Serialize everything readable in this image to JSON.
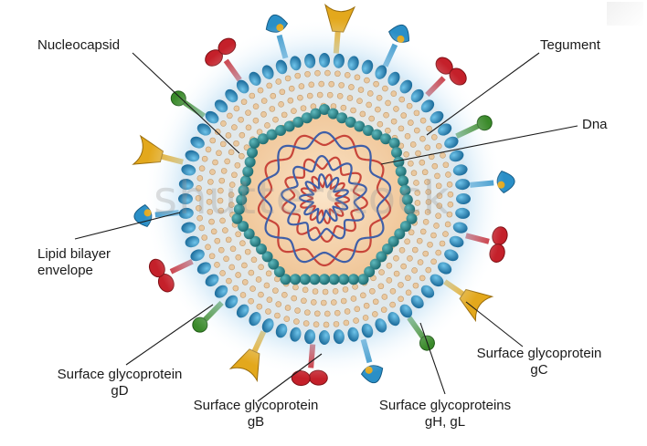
{
  "watermark": "shutterstock",
  "labels": {
    "nucleocapsid": "Nucleocapsid",
    "tegument": "Tegument",
    "dna": "Dna",
    "lipid_line1": "Lipid bilayer",
    "lipid_line2": "envelope",
    "gd_line1": "Surface glycoprotein",
    "gd_line2": "gD",
    "gb_line1": "Surface glycoprotein",
    "gb_line2": "gB",
    "ghgl_line1": "Surface glycoproteins",
    "ghgl_line2": "gH, gL",
    "gc_line1": "Surface glycoprotein",
    "gc_line2": "gC"
  },
  "colors": {
    "envelope_outer": "#2e86b8",
    "envelope_inner": "#a8d8ee",
    "capsid": "#2f8f96",
    "tegument": "#f2dcc0",
    "core": "#f3d2ae",
    "dna_red": "#c8453a",
    "dna_blue": "#3f5fa8",
    "spike_red": "#c4202a",
    "spike_blue": "#2a8fc7",
    "spike_yellow": "#e3a81c",
    "spike_green": "#3a8a2a"
  }
}
